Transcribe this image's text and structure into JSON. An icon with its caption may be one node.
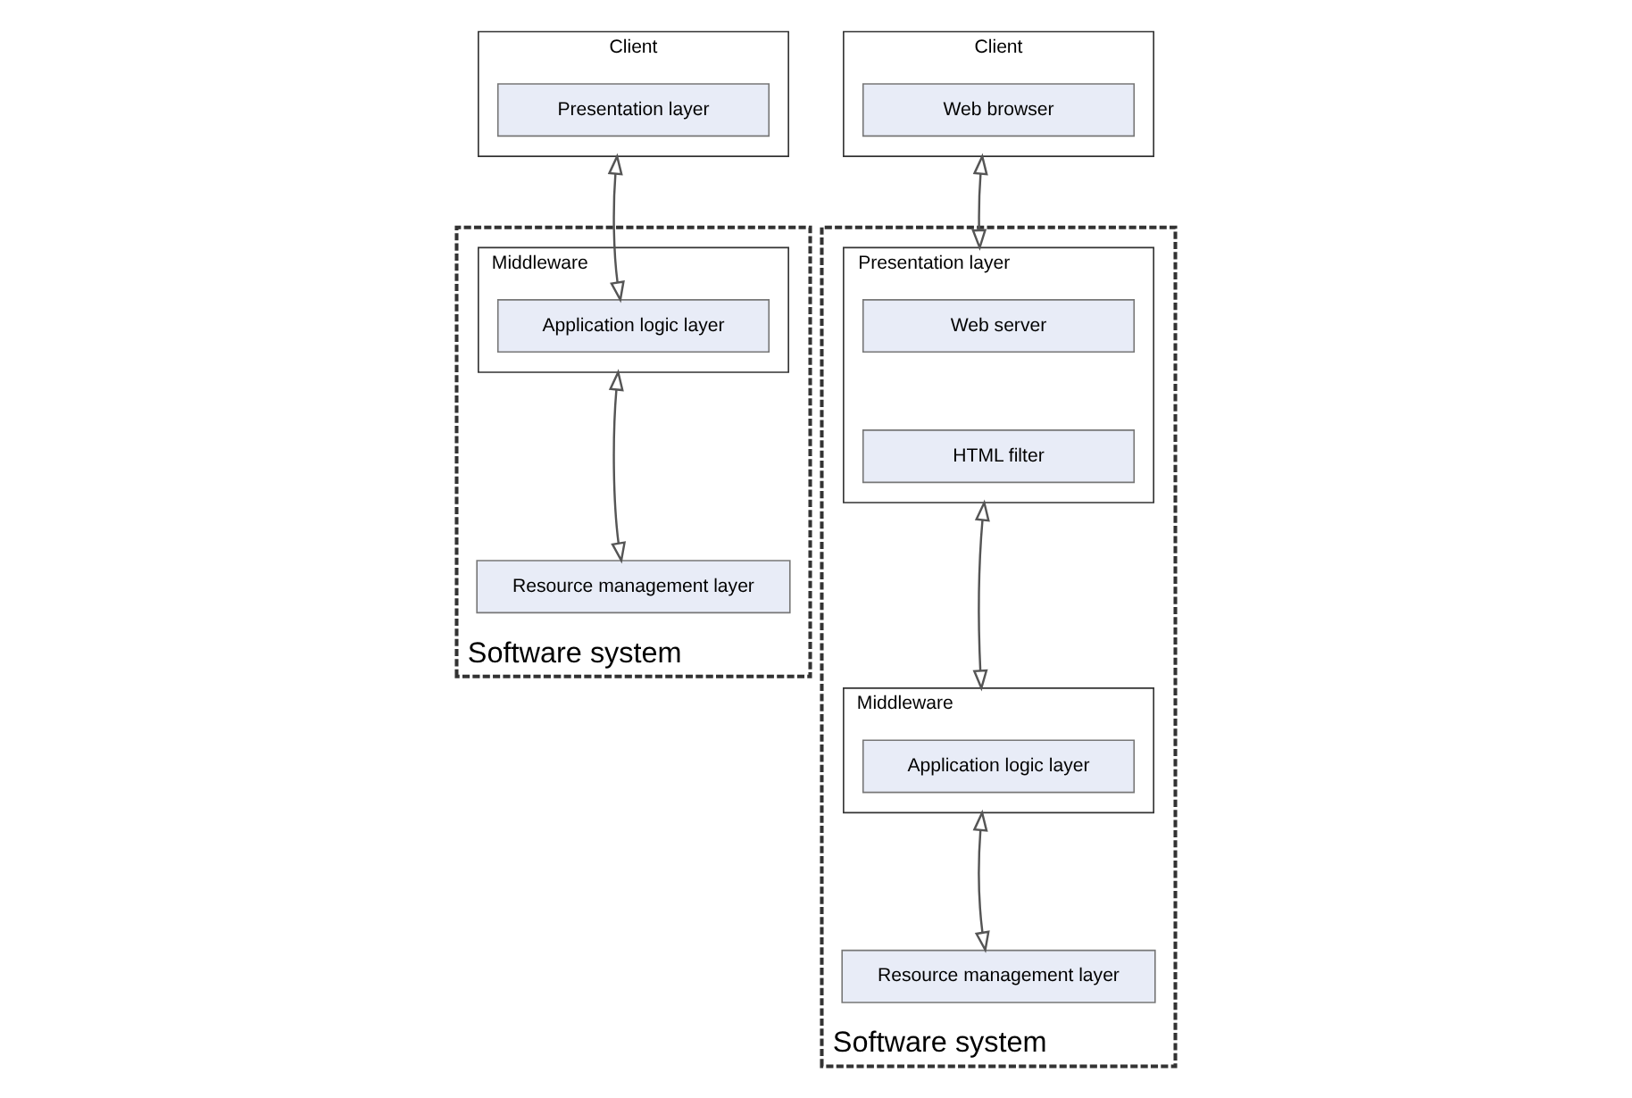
{
  "diagram": {
    "nodes": [
      {
        "text": [
          "Client"
        ]
      },
      {
        "text": [
          "Presentation layer"
        ],
        "in": 0
      },
      {
        "text": [
          "Software system"
        ]
      },
      {
        "text": [
          "Middleware"
        ],
        "in": 2
      },
      {
        "text": [
          "Application logic layer"
        ],
        "in": 3
      },
      {
        "text": [
          "Resource management layer"
        ],
        "in": 2
      },
      {
        "text": [
          "Client"
        ]
      },
      {
        "text": [
          "Web browser"
        ],
        "in": 6
      },
      {
        "text": [
          "Software system"
        ]
      },
      {
        "text": [
          "Presentation layer"
        ],
        "in": 8
      },
      {
        "text": [
          "Web server"
        ],
        "in": 9
      },
      {
        "text": [
          "HTML filter"
        ],
        "in": 9
      },
      {
        "text": [
          "Middleware"
        ],
        "in": 8
      },
      {
        "text": [
          "Application logic layer"
        ],
        "in": 12
      },
      {
        "text": [
          "Resource management layer"
        ],
        "in": 8
      }
    ],
    "edges": [
      {
        "from": 0,
        "to": 4,
        "arrow": "both"
      },
      {
        "from": 3,
        "to": 5,
        "arrow": "both"
      },
      {
        "from": 6,
        "to": 9,
        "arrow": "both"
      },
      {
        "from": 9,
        "to": 12,
        "arrow": "both"
      },
      {
        "from": 12,
        "to": 14,
        "arrow": "both"
      }
    ]
  }
}
